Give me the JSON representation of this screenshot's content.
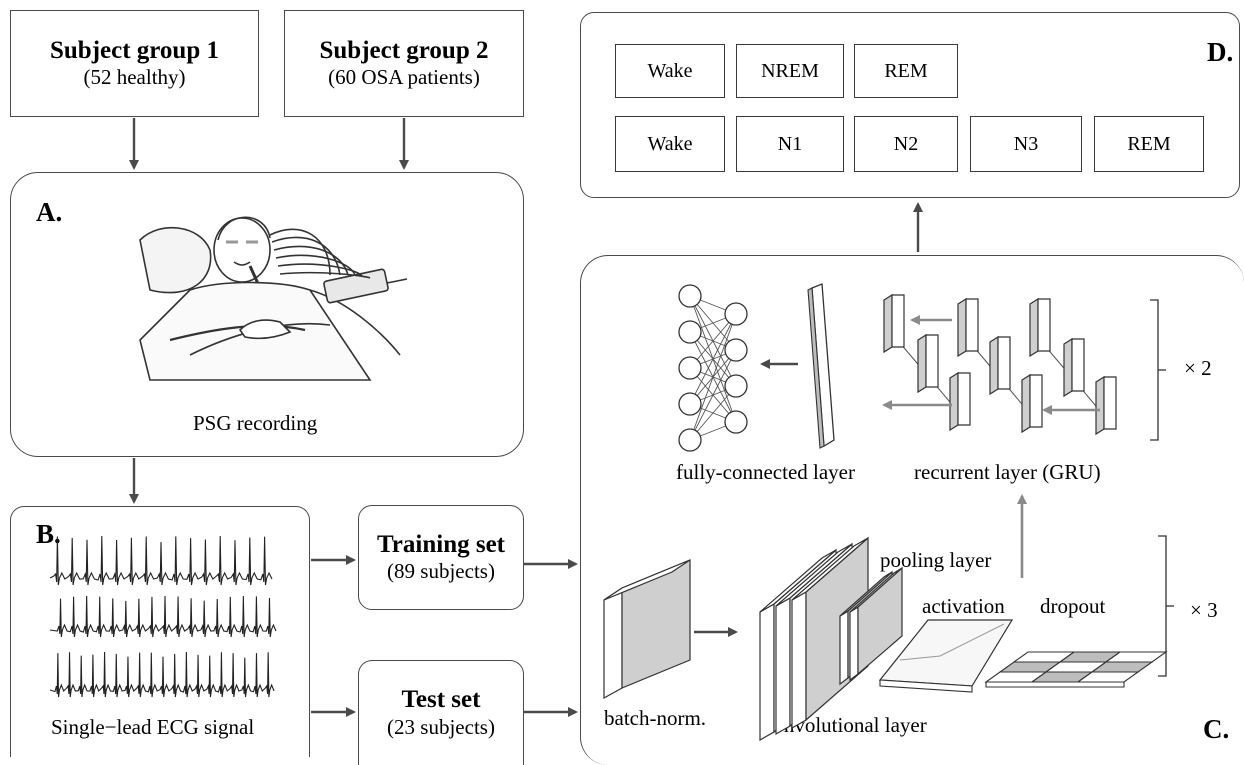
{
  "group1": {
    "title": "Subject group 1",
    "subtitle": "(52 healthy)"
  },
  "group2": {
    "title": "Subject group 2",
    "subtitle": "(60 OSA patients)"
  },
  "panel_a": {
    "letter": "A.",
    "caption": "PSG recording"
  },
  "panel_b": {
    "letter": "B.",
    "caption": "Single−lead ECG signal"
  },
  "training": {
    "title": "Training set",
    "subtitle": "(89 subjects)"
  },
  "test": {
    "title": "Test set",
    "subtitle": "(23 subjects)"
  },
  "panel_c": {
    "letter": "C.",
    "fc_label": "fully-connected layer",
    "rnn_label": "recurrent layer (GRU)",
    "rnn_repeat": "× 2",
    "pool_label": "pooling layer",
    "act_label": "activation",
    "drop_label": "dropout",
    "bn_label": "batch-norm.",
    "conv_label": "convolutional layer",
    "conv_repeat": "× 3"
  },
  "panel_d": {
    "letter": "D.",
    "row1": [
      "Wake",
      "NREM",
      "REM"
    ],
    "row2": [
      "Wake",
      "N1",
      "N2",
      "N3",
      "REM"
    ]
  },
  "colors": {
    "border": "#4a4a4a",
    "arrow": "#4a4a4a",
    "gray_arrow": "#8a8a8a",
    "fill": "#cfcfcf"
  }
}
